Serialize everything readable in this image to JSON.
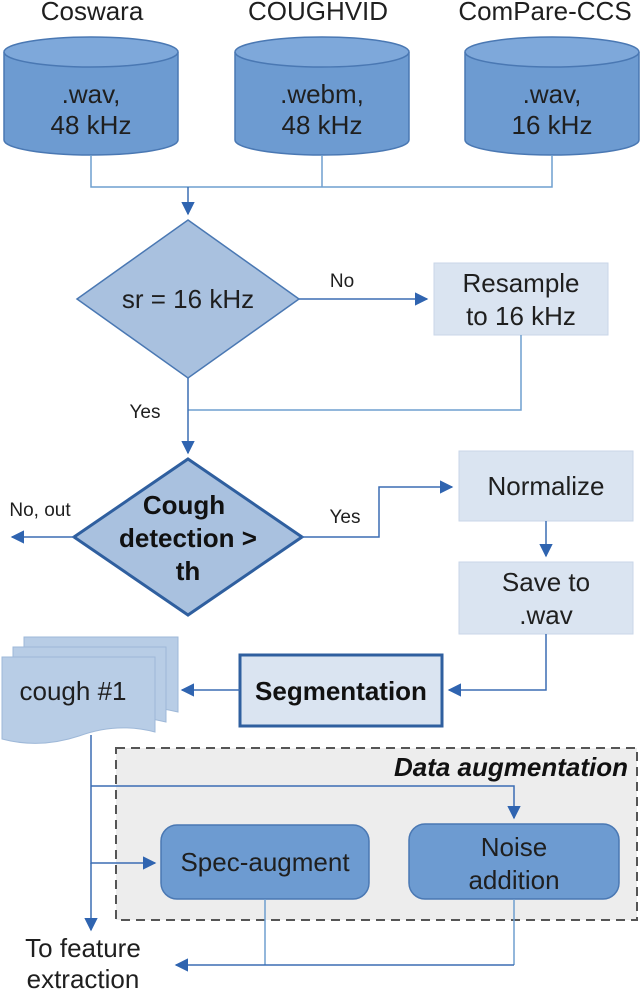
{
  "sources": [
    {
      "title": "Coswara",
      "line1": ".wav,",
      "line2": "48 kHz"
    },
    {
      "title": "COUGHVID",
      "line1": ".webm,",
      "line2": "48 kHz"
    },
    {
      "title": "ComPare-CCS",
      "line1": ".wav,",
      "line2": "16 kHz"
    }
  ],
  "decision_sr": {
    "label": "sr = 16 kHz",
    "no_label": "No",
    "yes_label": "Yes"
  },
  "resample": {
    "line1": "Resample",
    "line2": "to 16 kHz"
  },
  "decision_cough": {
    "line1": "Cough",
    "line2": "detection >",
    "line3": "th",
    "no_label": "No, out",
    "yes_label": "Yes"
  },
  "normalize": {
    "label": "Normalize"
  },
  "save": {
    "line1": "Save to",
    "line2": ".wav"
  },
  "segmentation": {
    "label": "Segmentation"
  },
  "cough_docs": {
    "label": "cough #1"
  },
  "augmentation": {
    "title": "Data augmentation",
    "spec_augment": "Spec-augment",
    "noise": {
      "line1": "Noise",
      "line2": "addition"
    }
  },
  "output": {
    "line1": "To feature",
    "line2": "extraction"
  },
  "colors": {
    "cylinder": "#6d9bd1",
    "cylinder_stroke": "#4a78b3",
    "diamond": "#a9c1df",
    "light_box": "#dae4f1",
    "aug_bg": "#ededed",
    "arrow": "#3b6db3"
  }
}
